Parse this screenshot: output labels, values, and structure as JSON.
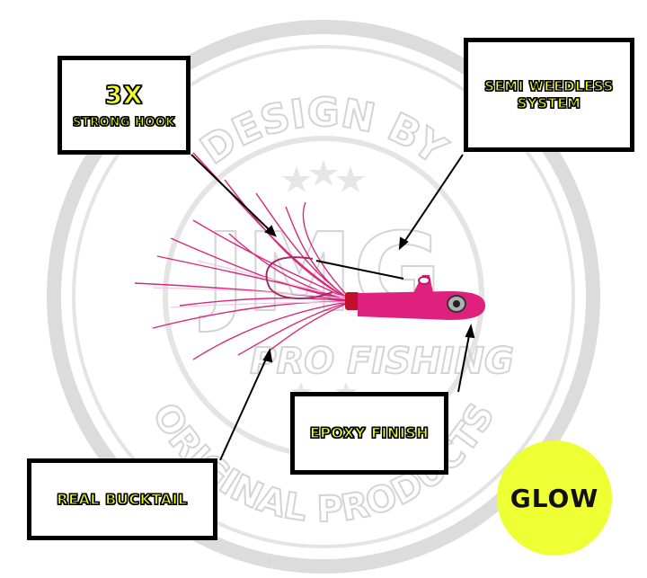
{
  "callouts": {
    "hook": {
      "line1": "3X",
      "line2": "STRONG HOOK"
    },
    "weedless": {
      "line1": "SEMI WEEDLESS",
      "line2": "SYSTEM"
    },
    "epoxy": {
      "label": "EPOXY FINISH"
    },
    "bucktail": {
      "label": "REAL BUCKTAIL"
    }
  },
  "badge": {
    "label": "GLOW",
    "color": "#eeff33"
  },
  "watermark": {
    "top_arc": "DESIGN BY",
    "logo": "JMG",
    "middle": "PRO FISHING",
    "bottom_arc": "ORIGINAL PRODUCTS"
  },
  "colors": {
    "callout_text": "#f0ff2a",
    "callout_border": "#000000",
    "lure_body": "#e0207e",
    "bucktail": "#d81c78",
    "flash": "#f2c8de"
  },
  "icons": {
    "stars": "star-icon"
  }
}
